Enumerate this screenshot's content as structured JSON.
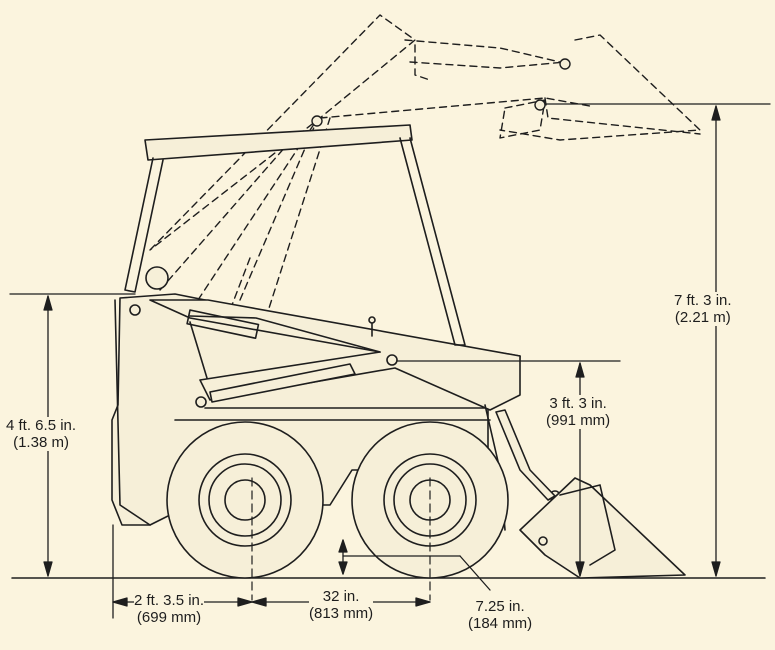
{
  "colors": {
    "background": "#fbf4de",
    "body_fill": "#f6efd8",
    "ink": "#1e1e1e"
  },
  "dimensions": {
    "height_overall": {
      "imperial": "7 ft. 3 in.",
      "metric": "(2.21 m)"
    },
    "height_canopy": {
      "imperial": "4 ft. 6.5 in.",
      "metric": "(1.38 m)"
    },
    "height_hinge": {
      "imperial": "3 ft. 3 in.",
      "metric": "(991 mm)"
    },
    "rear_overhang": {
      "imperial": "2 ft. 3.5 in.",
      "metric": "(699 mm)"
    },
    "wheelbase": {
      "imperial": "32 in.",
      "metric": "(813 mm)"
    },
    "ground_clearance": {
      "imperial": "7.25 in.",
      "metric": "(184 mm)"
    }
  }
}
